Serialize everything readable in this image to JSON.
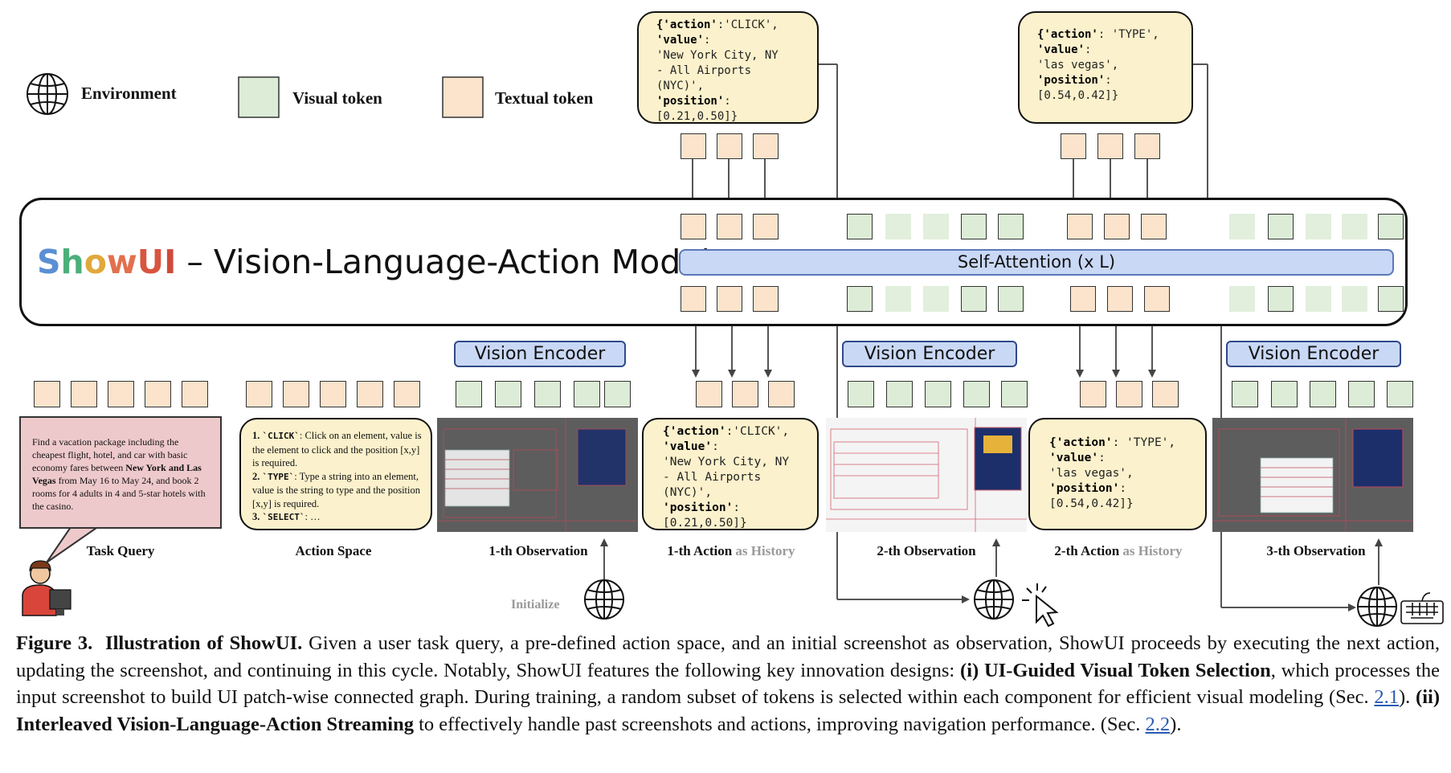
{
  "legend": {
    "environment": "Environment",
    "visual_token": "Visual token",
    "textual_token": "Textual token"
  },
  "colors": {
    "textual_token": "#fbe3cc",
    "visual_token": "#dcecd6",
    "visual_token_faded": "#e2efdc",
    "attention": "#c9d8f5",
    "bubble": "#fbf1cc",
    "task_query": "#eec9cb",
    "showui_gradient": [
      "#4f8fd6",
      "#3fae6a",
      "#e8b93a",
      "#e0624a"
    ]
  },
  "model": {
    "brand_letters": [
      "S",
      "h",
      "o",
      "w",
      "U",
      "I"
    ],
    "brand_colors": [
      "#5b8fd3",
      "#4caf7a",
      "#e0a93b",
      "#e2704e",
      "#d8553f",
      "#cf4a3c"
    ],
    "title_rest": " – Vision-Language-Action Model",
    "self_attention": "Self-Attention (x L)"
  },
  "vision_encoder": "Vision Encoder",
  "top_bubbles": {
    "click": {
      "l1a": "{'action'",
      "l1b": ":'CLICK',",
      "l2": "'value'",
      "l2b": ":",
      "l3": "'New York City, NY",
      "l4": "- All Airports",
      "l5": "(NYC)',",
      "l6": "'position'",
      "l6b": ":",
      "l7": "[0.21,0.50]}"
    },
    "type": {
      "l1a": "{'action'",
      "l1b": ": 'TYPE',",
      "l2": "'value'",
      "l2b": ":",
      "l3": "'las vegas',",
      "l4": "'position'",
      "l4b": ":",
      "l5": "[0.54,0.42]}"
    }
  },
  "task_query": {
    "t1": "Find a vacation package including the cheapest flight, hotel, and car with basic economy fares between ",
    "b1": "New York and Las Vegas",
    "t2": " from May 16 to May 24, and book 2 rooms for 4 adults in 4 and 5-star hotels with the casino."
  },
  "action_space": {
    "n1": "1. ",
    "c1": "`CLICK`",
    "d1": ": Click on an element, value is the element to click and the position [x,y] is required.",
    "n2": "2. ",
    "c2": "`TYPE`",
    "d2": ": Type a string into an element, value is the string to type and the position [x,y] is required.",
    "n3": "3. ",
    "c3": "`SELECT`",
    "d3": ": …"
  },
  "captions": {
    "task_query": "Task Query",
    "action_space": "Action Space",
    "obs1": "1-th Observation",
    "act1": "1-th Action",
    "obs2": "2-th Observation",
    "act2": "2-th Action",
    "as_history": "as History",
    "obs3": "3-th Observation",
    "initialize": "Initialize"
  },
  "figure_caption": {
    "label": "Figure 3.",
    "title": "Illustration of ShowUI.",
    "p1": " Given a user task query, a pre-defined action space, and an initial screenshot as observation, ShowUI proceeds by executing the next action, updating the screenshot, and continuing in this cycle. Notably, ShowUI features the following key innovation designs: ",
    "b1": "(i) UI-Guided Visual Token Selection",
    "p2": ", which processes the input screenshot to build UI patch-wise connected graph. During training, a random subset of tokens is selected within each component for efficient visual modeling (Sec. ",
    "ref1": "2.1",
    "p3": "). ",
    "b2": "(ii) Interleaved Vision-Language-Action Streaming",
    "p4": " to effectively handle past screenshots and actions, improving navigation performance. (Sec. ",
    "ref2": "2.2",
    "p5": ")."
  }
}
